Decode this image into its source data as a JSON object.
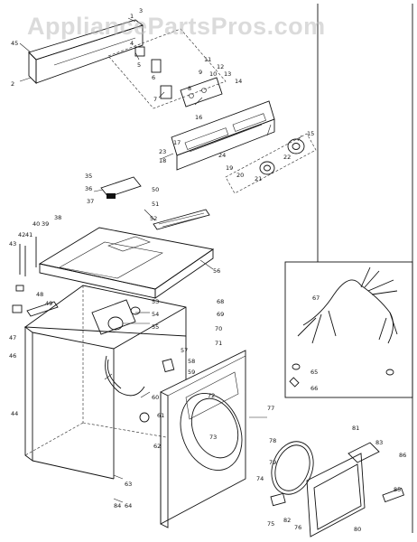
{
  "watermark": "AppliancePartsPros.com",
  "labels": {
    "l1": "1",
    "l2": "2",
    "l3": "3",
    "l4": "4",
    "l5": "5",
    "l6": "6",
    "l7": "7",
    "l8": "8",
    "l9": "9",
    "l10": "10",
    "l11": "11",
    "l12": "12",
    "l13": "13",
    "l14": "14",
    "l15": "15",
    "l16": "16",
    "l17": "17",
    "l18": "18",
    "l19": "19",
    "l20": "20",
    "l21": "21",
    "l22": "22",
    "l23": "23",
    "l24": "24",
    "l35": "35",
    "l36": "36",
    "l37": "37",
    "l38": "38",
    "l39": "39",
    "l40": "40",
    "l41": "41",
    "l42": "42",
    "l43": "43",
    "l44": "44",
    "l45": "45",
    "l46": "46",
    "l47": "47",
    "l48": "48",
    "l49": "49",
    "l50": "50",
    "l51": "51",
    "l52": "52",
    "l53": "53",
    "l54": "54",
    "l55": "55",
    "l56": "56",
    "l57": "57",
    "l58": "58",
    "l59": "59",
    "l60": "60",
    "l61": "61",
    "l62": "62",
    "l63": "63",
    "l64": "64",
    "l65": "65",
    "l66": "66",
    "l67": "67",
    "l68": "68",
    "l69": "69",
    "l70": "70",
    "l71": "71",
    "l72": "72",
    "l73": "73",
    "l74": "74",
    "l75": "75",
    "l76": "76",
    "l77": "77",
    "l78": "78",
    "l79": "79",
    "l80": "80",
    "l81": "81",
    "l82": "82",
    "l83": "83",
    "l84": "84",
    "l85": "85",
    "l86": "86"
  }
}
